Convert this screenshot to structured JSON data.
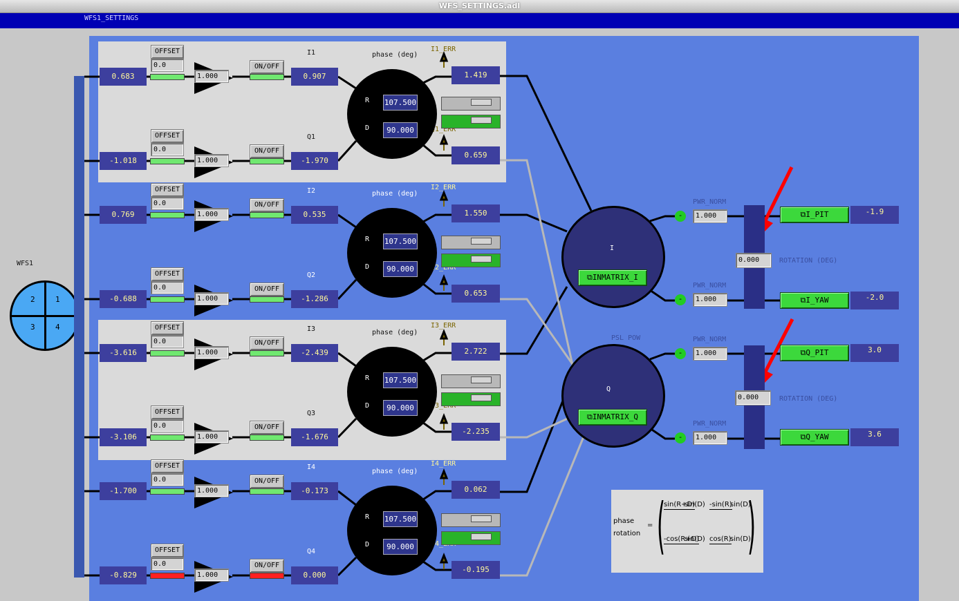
{
  "window": {
    "title": "WFS_SETTINGS.adl"
  },
  "header": {
    "title": "WFS1_SETTINGS"
  },
  "quadrant": {
    "label": "WFS1",
    "segments": [
      "2",
      "1",
      "3",
      "4"
    ]
  },
  "common": {
    "offset_label": "OFFSET",
    "onoff_label": "ON/OFF",
    "phase_label": "phase (deg)",
    "r_label": "R",
    "d_label": "D"
  },
  "channels": [
    {
      "input": "0.683",
      "offset": "0.0",
      "gain": "1.000",
      "name": "I1",
      "output": "0.907",
      "err_label": "I1_ERR",
      "err": "1.419"
    },
    {
      "input": "-1.018",
      "offset": "0.0",
      "gain": "1.000",
      "name": "Q1",
      "output": "-1.970",
      "err_label": "Q1_ERR",
      "err": "0.659"
    },
    {
      "input": "0.769",
      "offset": "0.0",
      "gain": "1.000",
      "name": "I2",
      "output": "0.535",
      "err_label": "I2_ERR",
      "err": "1.550"
    },
    {
      "input": "-0.688",
      "offset": "0.0",
      "gain": "1.000",
      "name": "Q2",
      "output": "-1.286",
      "err_label": "Q2_ERR",
      "err": "0.653"
    },
    {
      "input": "-3.616",
      "offset": "0.0",
      "gain": "1.000",
      "name": "I3",
      "output": "-2.439",
      "err_label": "I3_ERR",
      "err": "2.722"
    },
    {
      "input": "-3.106",
      "offset": "0.0",
      "gain": "1.000",
      "name": "Q3",
      "output": "-1.676",
      "err_label": "Q3_ERR",
      "err": "-2.235"
    },
    {
      "input": "-1.700",
      "offset": "0.0",
      "gain": "1.000",
      "name": "I4",
      "output": "-0.173",
      "err_label": "I4_ERR",
      "err": "0.062"
    },
    {
      "input": "-0.829",
      "offset": "0.0",
      "gain": "1.000",
      "name": "Q4",
      "output": "0.000",
      "err_label": "Q4_ERR",
      "err": "-0.195"
    }
  ],
  "phases": [
    {
      "r": "107.500",
      "d": "90.000"
    },
    {
      "r": "107.500",
      "d": "90.000"
    },
    {
      "r": "107.500",
      "d": "90.000"
    },
    {
      "r": "107.500",
      "d": "90.000"
    }
  ],
  "matrix": {
    "i": {
      "label": "I",
      "button": "INMATRIX_I"
    },
    "q": {
      "label": "Q",
      "button": "INMATRIX_Q"
    },
    "psl_label": "PSL POW"
  },
  "norm": {
    "label": "PWR_NORM",
    "values": [
      "1.000",
      "1.000",
      "1.000",
      "1.000"
    ],
    "sign": "-"
  },
  "rotation": {
    "label": "ROTATION (DEG)",
    "values": [
      "0.000",
      "0.000"
    ]
  },
  "outputs": [
    {
      "button": "I_PIT",
      "value": "-1.9"
    },
    {
      "button": "I_YAW",
      "value": "-2.0"
    },
    {
      "button": "Q_PIT",
      "value": "3.0"
    },
    {
      "button": "Q_YAW",
      "value": "3.6"
    }
  ],
  "formula": {
    "left_label_1": "phase",
    "left_label_2": "rotation",
    "equals": "=",
    "a_num": "sin(R+D)",
    "a_den": "sin(D)",
    "b_num": "-sin(R)",
    "b_den": "sin(D)",
    "c_num": "-cos(R+D)",
    "c_den": "sin(D)",
    "d_num": "cos(R)",
    "d_den": "sin(D)"
  },
  "colors": {
    "panel_blue": "#5a7fe0",
    "value_navy": "#3d3f9e",
    "value_text": "#fff79a",
    "header_blue": "#0000b4",
    "led_green": "#70e870",
    "led_red": "#ff2020",
    "button_green": "#3cd83c",
    "annotation_red": "#ff0000"
  }
}
